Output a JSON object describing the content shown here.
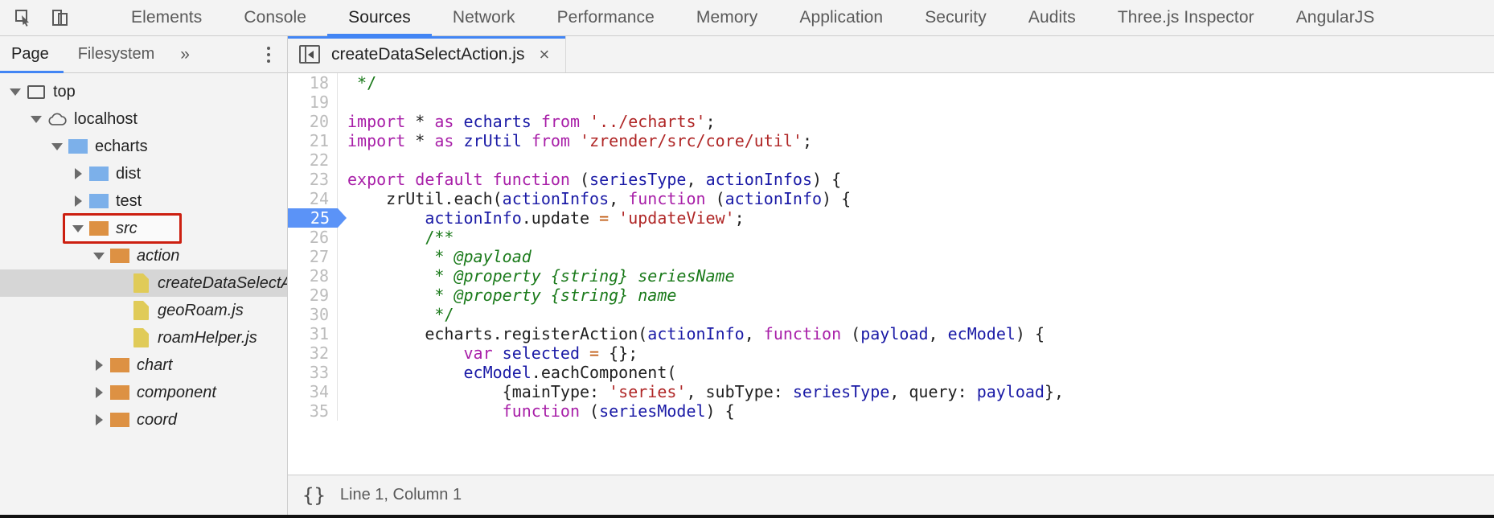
{
  "toolbar": {
    "inspect_icon": "inspect-element-icon",
    "device_icon": "device-toolbar-icon",
    "tabs": [
      {
        "label": "Elements",
        "active": false
      },
      {
        "label": "Console",
        "active": false
      },
      {
        "label": "Sources",
        "active": true
      },
      {
        "label": "Network",
        "active": false
      },
      {
        "label": "Performance",
        "active": false
      },
      {
        "label": "Memory",
        "active": false
      },
      {
        "label": "Application",
        "active": false
      },
      {
        "label": "Security",
        "active": false
      },
      {
        "label": "Audits",
        "active": false
      },
      {
        "label": "Three.js Inspector",
        "active": false
      },
      {
        "label": "AngularJS",
        "active": false
      }
    ]
  },
  "sidebar": {
    "tabs": [
      {
        "label": "Page",
        "active": true
      },
      {
        "label": "Filesystem",
        "active": false
      }
    ],
    "more_label": "»",
    "kebab_icon": "more-options-icon",
    "tree": [
      {
        "label": "top",
        "indent": 0,
        "twisty": "down",
        "icon": "frame",
        "italic": false,
        "selected": false,
        "boxed": false
      },
      {
        "label": "localhost",
        "indent": 1,
        "twisty": "down",
        "icon": "cloud",
        "italic": false,
        "selected": false,
        "boxed": false
      },
      {
        "label": "echarts",
        "indent": 2,
        "twisty": "down",
        "icon": "folder-blue",
        "italic": false,
        "selected": false,
        "boxed": false
      },
      {
        "label": "dist",
        "indent": 3,
        "twisty": "right",
        "icon": "folder-blue",
        "italic": false,
        "selected": false,
        "boxed": false
      },
      {
        "label": "test",
        "indent": 3,
        "twisty": "right",
        "icon": "folder-blue",
        "italic": false,
        "selected": false,
        "boxed": false
      },
      {
        "label": "src",
        "indent": 3,
        "twisty": "down",
        "icon": "folder-orange",
        "italic": true,
        "selected": false,
        "boxed": true
      },
      {
        "label": "action",
        "indent": 4,
        "twisty": "down",
        "icon": "folder-orange",
        "italic": true,
        "selected": false,
        "boxed": false
      },
      {
        "label": "createDataSelectAction.js",
        "indent": 5,
        "twisty": "none",
        "icon": "file-js",
        "italic": true,
        "selected": true,
        "boxed": false
      },
      {
        "label": "geoRoam.js",
        "indent": 5,
        "twisty": "none",
        "icon": "file-js",
        "italic": true,
        "selected": false,
        "boxed": false
      },
      {
        "label": "roamHelper.js",
        "indent": 5,
        "twisty": "none",
        "icon": "file-js",
        "italic": true,
        "selected": false,
        "boxed": false
      },
      {
        "label": "chart",
        "indent": 4,
        "twisty": "right",
        "icon": "folder-orange",
        "italic": true,
        "selected": false,
        "boxed": false
      },
      {
        "label": "component",
        "indent": 4,
        "twisty": "right",
        "icon": "folder-orange",
        "italic": true,
        "selected": false,
        "boxed": false
      },
      {
        "label": "coord",
        "indent": 4,
        "twisty": "right",
        "icon": "folder-orange",
        "italic": true,
        "selected": false,
        "boxed": false
      }
    ]
  },
  "editor": {
    "nav_toggle_icon": "show-navigator-icon",
    "tab_name": "createDataSelectAction.js",
    "close_label": "×",
    "execution_line": 25,
    "lines": [
      {
        "n": 18,
        "tokens": [
          {
            "t": " */",
            "c": "cm"
          }
        ]
      },
      {
        "n": 19,
        "tokens": []
      },
      {
        "n": 20,
        "tokens": [
          {
            "t": "import",
            "c": "kw"
          },
          {
            "t": " * ",
            "c": "pl"
          },
          {
            "t": "as",
            "c": "kw"
          },
          {
            "t": " ",
            "c": "pl"
          },
          {
            "t": "echarts",
            "c": "id"
          },
          {
            "t": " ",
            "c": "pl"
          },
          {
            "t": "from",
            "c": "kw"
          },
          {
            "t": " ",
            "c": "pl"
          },
          {
            "t": "'../echarts'",
            "c": "str"
          },
          {
            "t": ";",
            "c": "pl"
          }
        ]
      },
      {
        "n": 21,
        "tokens": [
          {
            "t": "import",
            "c": "kw"
          },
          {
            "t": " * ",
            "c": "pl"
          },
          {
            "t": "as",
            "c": "kw"
          },
          {
            "t": " ",
            "c": "pl"
          },
          {
            "t": "zrUtil",
            "c": "id"
          },
          {
            "t": " ",
            "c": "pl"
          },
          {
            "t": "from",
            "c": "kw"
          },
          {
            "t": " ",
            "c": "pl"
          },
          {
            "t": "'zrender/src/core/util'",
            "c": "str"
          },
          {
            "t": ";",
            "c": "pl"
          }
        ]
      },
      {
        "n": 22,
        "tokens": []
      },
      {
        "n": 23,
        "tokens": [
          {
            "t": "export default function",
            "c": "kw"
          },
          {
            "t": " (",
            "c": "pl"
          },
          {
            "t": "seriesType",
            "c": "id"
          },
          {
            "t": ", ",
            "c": "pl"
          },
          {
            "t": "actionInfos",
            "c": "id"
          },
          {
            "t": ") {",
            "c": "pl"
          }
        ]
      },
      {
        "n": 24,
        "tokens": [
          {
            "t": "    zrUtil.each(",
            "c": "pl"
          },
          {
            "t": "actionInfos",
            "c": "id"
          },
          {
            "t": ", ",
            "c": "pl"
          },
          {
            "t": "function",
            "c": "kw"
          },
          {
            "t": " (",
            "c": "pl"
          },
          {
            "t": "actionInfo",
            "c": "id"
          },
          {
            "t": ") {",
            "c": "pl"
          }
        ]
      },
      {
        "n": 25,
        "tokens": [
          {
            "t": "        ",
            "c": "pl"
          },
          {
            "t": "actionInfo",
            "c": "id"
          },
          {
            "t": ".update ",
            "c": "pl"
          },
          {
            "t": "=",
            "c": "op"
          },
          {
            "t": " ",
            "c": "pl"
          },
          {
            "t": "'updateView'",
            "c": "str"
          },
          {
            "t": ";",
            "c": "pl"
          }
        ]
      },
      {
        "n": 26,
        "tokens": [
          {
            "t": "        /**",
            "c": "cm"
          }
        ]
      },
      {
        "n": 27,
        "tokens": [
          {
            "t": "         * ",
            "c": "cm"
          },
          {
            "t": "@payload",
            "c": "cmi"
          }
        ]
      },
      {
        "n": 28,
        "tokens": [
          {
            "t": "         * ",
            "c": "cm"
          },
          {
            "t": "@property {string} seriesName",
            "c": "cmi"
          }
        ]
      },
      {
        "n": 29,
        "tokens": [
          {
            "t": "         * ",
            "c": "cm"
          },
          {
            "t": "@property {string} name",
            "c": "cmi"
          }
        ]
      },
      {
        "n": 30,
        "tokens": [
          {
            "t": "         */",
            "c": "cm"
          }
        ]
      },
      {
        "n": 31,
        "tokens": [
          {
            "t": "        echarts.registerAction(",
            "c": "pl"
          },
          {
            "t": "actionInfo",
            "c": "id"
          },
          {
            "t": ", ",
            "c": "pl"
          },
          {
            "t": "function",
            "c": "kw"
          },
          {
            "t": " (",
            "c": "pl"
          },
          {
            "t": "payload",
            "c": "id"
          },
          {
            "t": ", ",
            "c": "pl"
          },
          {
            "t": "ecModel",
            "c": "id"
          },
          {
            "t": ") {",
            "c": "pl"
          }
        ]
      },
      {
        "n": 32,
        "tokens": [
          {
            "t": "            ",
            "c": "pl"
          },
          {
            "t": "var",
            "c": "kw"
          },
          {
            "t": " ",
            "c": "pl"
          },
          {
            "t": "selected",
            "c": "id"
          },
          {
            "t": " ",
            "c": "pl"
          },
          {
            "t": "=",
            "c": "op"
          },
          {
            "t": " {};",
            "c": "pl"
          }
        ]
      },
      {
        "n": 33,
        "tokens": [
          {
            "t": "            ",
            "c": "pl"
          },
          {
            "t": "ecModel",
            "c": "id"
          },
          {
            "t": ".eachComponent(",
            "c": "pl"
          }
        ]
      },
      {
        "n": 34,
        "tokens": [
          {
            "t": "                {mainType: ",
            "c": "pl"
          },
          {
            "t": "'series'",
            "c": "str"
          },
          {
            "t": ", subType: ",
            "c": "pl"
          },
          {
            "t": "seriesType",
            "c": "id"
          },
          {
            "t": ", query: ",
            "c": "pl"
          },
          {
            "t": "payload",
            "c": "id"
          },
          {
            "t": "},",
            "c": "pl"
          }
        ]
      },
      {
        "n": 35,
        "tokens": [
          {
            "t": "                ",
            "c": "pl"
          },
          {
            "t": "function",
            "c": "kw"
          },
          {
            "t": " (",
            "c": "pl"
          },
          {
            "t": "seriesModel",
            "c": "id"
          },
          {
            "t": ") {",
            "c": "pl"
          }
        ]
      }
    ]
  },
  "statusbar": {
    "pretty_print_label": "{}",
    "pretty_print_icon": "pretty-print-icon",
    "position": "Line 1, Column 1"
  },
  "colors": {
    "accent": "#4285f4",
    "highlight_box": "#cc1f10",
    "exec_line": "#5b93f7",
    "folder_blue": "#7cb0ea",
    "folder_orange": "#dd9143",
    "file_yellow": "#e0cb58"
  }
}
